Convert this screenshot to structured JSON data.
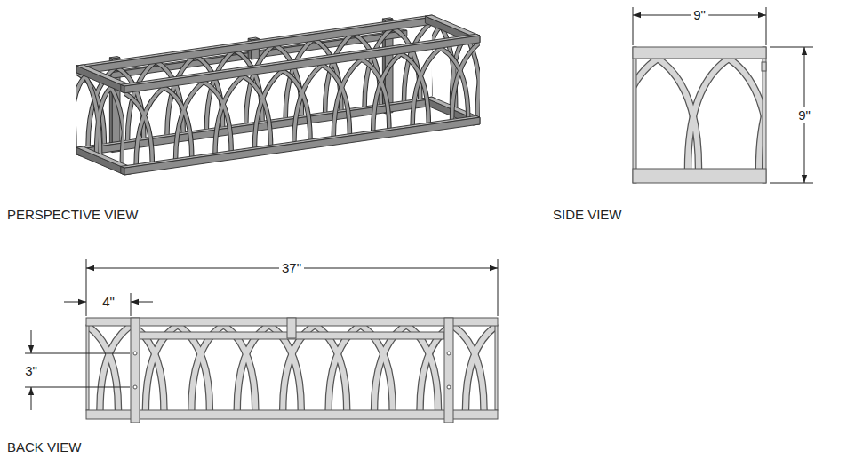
{
  "diagram": {
    "labels": [
      "PERSPECTIVE VIEW",
      "SIDE VIEW",
      "9\"",
      "9\"",
      "37\"",
      "4\"",
      "3\"",
      "BACK VIEW"
    ]
  }
}
